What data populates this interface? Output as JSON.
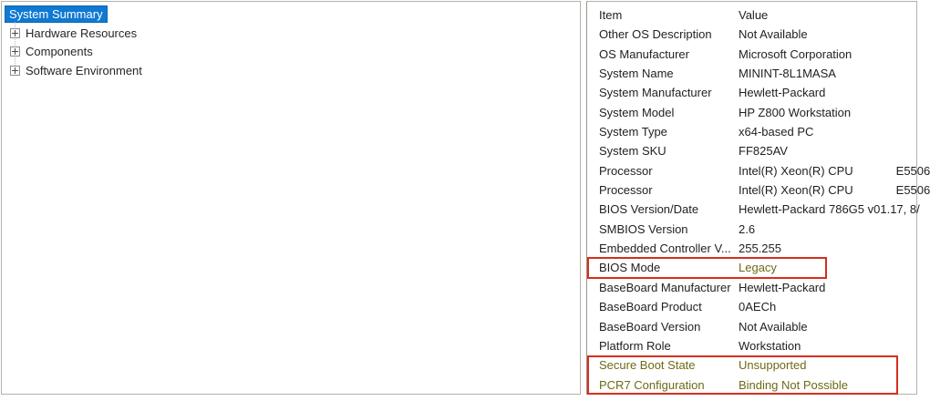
{
  "colors": {
    "selection_blue": "#1079d2",
    "annotation_red": "#d52e1e",
    "annotation_olive": "#6e6a16",
    "panel_border_gray": "#b4b1aa"
  },
  "tree": {
    "selected_item": "System Summary",
    "items": [
      {
        "label": "Hardware Resources",
        "expand_icon": "plus"
      },
      {
        "label": "Components",
        "expand_icon": "plus"
      },
      {
        "label": "Software Environment",
        "expand_icon": "plus"
      }
    ]
  },
  "details": {
    "columns": {
      "item": "Item",
      "value": "Value"
    },
    "rows": [
      {
        "item": "Other OS Description",
        "value": "Not Available"
      },
      {
        "item": "OS Manufacturer",
        "value": "Microsoft Corporation"
      },
      {
        "item": "System Name",
        "value": "MININT-8L1MASA"
      },
      {
        "item": "System Manufacturer",
        "value": "Hewlett-Packard"
      },
      {
        "item": "System Model",
        "value": "HP Z800 Workstation"
      },
      {
        "item": "System Type",
        "value": "x64-based PC"
      },
      {
        "item": "System SKU",
        "value": "FF825AV"
      },
      {
        "item": "Processor",
        "value": "Intel(R) Xeon(R) CPU             E5506"
      },
      {
        "item": "Processor",
        "value": "Intel(R) Xeon(R) CPU             E5506"
      },
      {
        "item": "BIOS Version/Date",
        "value": "Hewlett-Packard 786G5 v01.17, 8/"
      },
      {
        "item": "SMBIOS Version",
        "value": "2.6"
      },
      {
        "item": "Embedded Controller V...",
        "value": "255.255"
      },
      {
        "item": "BIOS Mode",
        "value": "Legacy",
        "annotated": "value"
      },
      {
        "item": "BaseBoard Manufacturer",
        "value": "Hewlett-Packard"
      },
      {
        "item": "BaseBoard Product",
        "value": "0AECh"
      },
      {
        "item": "BaseBoard Version",
        "value": "Not Available"
      },
      {
        "item": "Platform Role",
        "value": "Workstation"
      },
      {
        "item": "Secure Boot State",
        "value": "Unsupported",
        "annotated": "row"
      },
      {
        "item": "PCR7 Configuration",
        "value": "Binding Not Possible",
        "annotated": "row"
      }
    ],
    "annotations": [
      {
        "name": "bios-mode-highlight-box"
      },
      {
        "name": "secure-boot-pcr7-highlight-box"
      }
    ]
  }
}
